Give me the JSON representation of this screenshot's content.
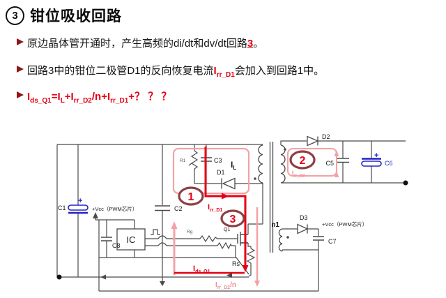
{
  "slide": {
    "title": {
      "marker": "3",
      "text": "钳位吸收回路"
    },
    "bullets": {
      "b1": {
        "pre": "原边晶体管开通时，产生高频的di/dt和dv/dt回路",
        "highlight": "3",
        "post": "。"
      },
      "b2": {
        "pre": "回路3中的钳位二极管D1的反向恢复电流",
        "current_base": "I",
        "current_sub": "rr_D1",
        "post": "会加入到回路1中。"
      },
      "b3": {
        "p0": "I",
        "s0": "ds_Q1",
        "p1": "=I",
        "s1": "L",
        "p2": "+I",
        "s2": "rr_D2",
        "p3": "/n+I",
        "s3": "rr_D1",
        "p4": "+？ ？ ？"
      }
    }
  },
  "circuit": {
    "components": {
      "c1": "C1",
      "c2": "C2",
      "c3": "C3",
      "c5": "C5",
      "c6": "C6",
      "c7": "C7",
      "c8": "C8",
      "r1": "R1",
      "rg": "Rg",
      "rs": "Rs",
      "d1": "D1",
      "d2": "D2",
      "d3": "D3",
      "q1": "Q1",
      "ic": "IC",
      "n1": "n1"
    },
    "labels": {
      "vcc_left": "+Vcc（PWM芯片）",
      "vcc_right": "+Vcc（PWM芯片）",
      "plus_c1": "+",
      "plus_c6": "+"
    },
    "currents": {
      "il": {
        "base": "I",
        "sub": "L"
      },
      "irr_d1": {
        "base": "I",
        "sub": "rr_D1"
      },
      "ids_q1": {
        "base": "I",
        "sub": "ds_Q1"
      },
      "irr_d2": {
        "base": "I",
        "sub": "rr_D2"
      },
      "irr_d2_n": {
        "base": "I",
        "sub": "rr_D2",
        "suffix": "/n"
      }
    },
    "loops": {
      "l1": "1",
      "l2": "2",
      "l3": "3"
    },
    "colors": {
      "current_red": "#e60013",
      "loop_pink": "#f2a2a6",
      "ring_maroon": "#8d3f44",
      "component_blue": "#2323c8",
      "wire_gray": "#4a4a4a"
    }
  },
  "icons": {
    "bullet": "triangle-right-icon",
    "title_marker": "circled-number-icon"
  }
}
